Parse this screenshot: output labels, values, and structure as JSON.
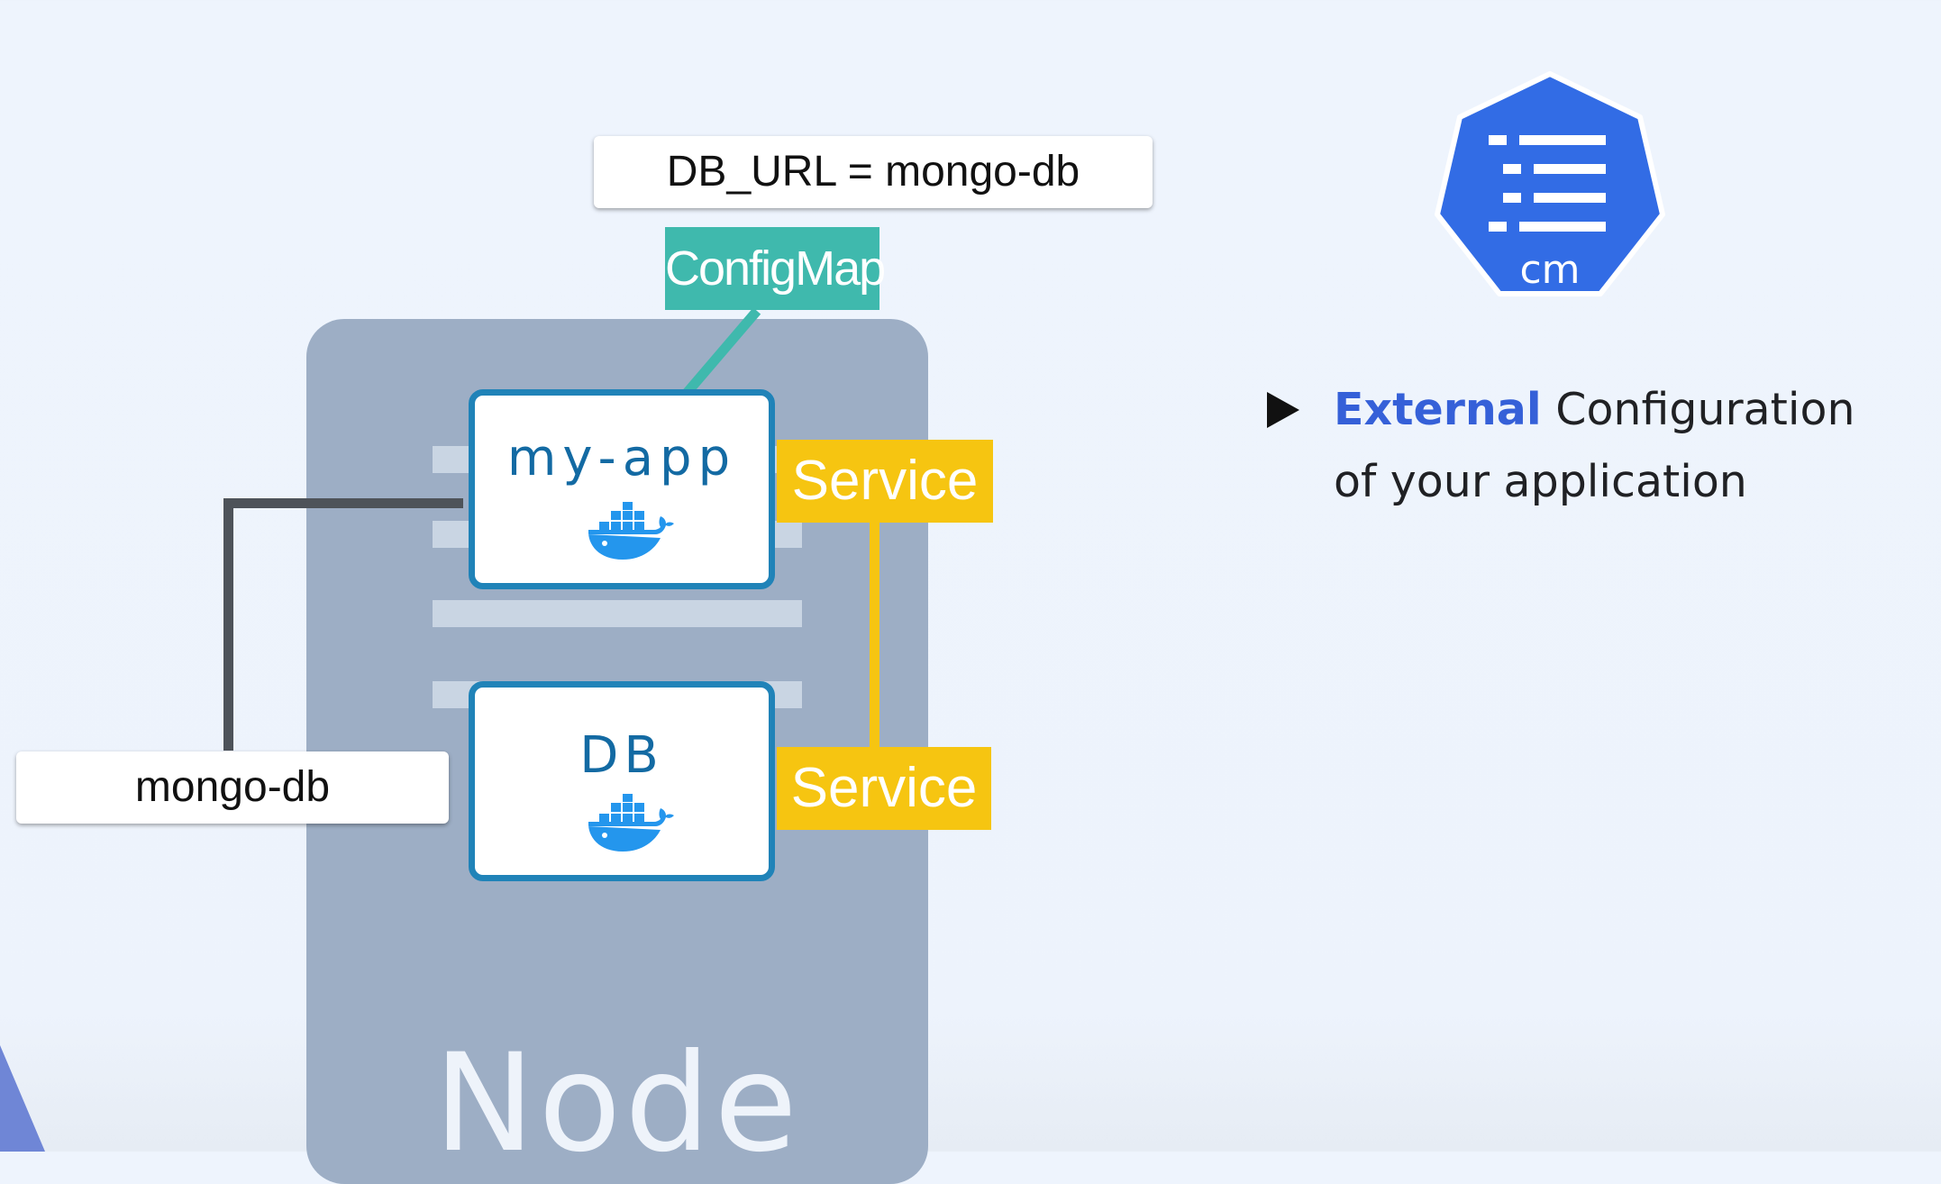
{
  "node": {
    "label": "Node"
  },
  "configmap": {
    "entry": "DB_URL = mongo-db",
    "label": "ConfigMap"
  },
  "pods": {
    "app": {
      "label": "my-app"
    },
    "db": {
      "label": "DB"
    }
  },
  "services": {
    "app": "Service",
    "db": "Service"
  },
  "external_label": "mongo-db",
  "cm_icon": {
    "label": "cm",
    "color": "#326ce5"
  },
  "bullet": {
    "accent": "External",
    "text_line1": " Configuration",
    "text_line2": "of your application"
  },
  "colors": {
    "accent_blue": "#3560d8",
    "configmap_teal": "#3fb9ad",
    "service_yellow": "#f6c511",
    "pod_border": "#2083b8",
    "node_gray": "#9daec5"
  }
}
